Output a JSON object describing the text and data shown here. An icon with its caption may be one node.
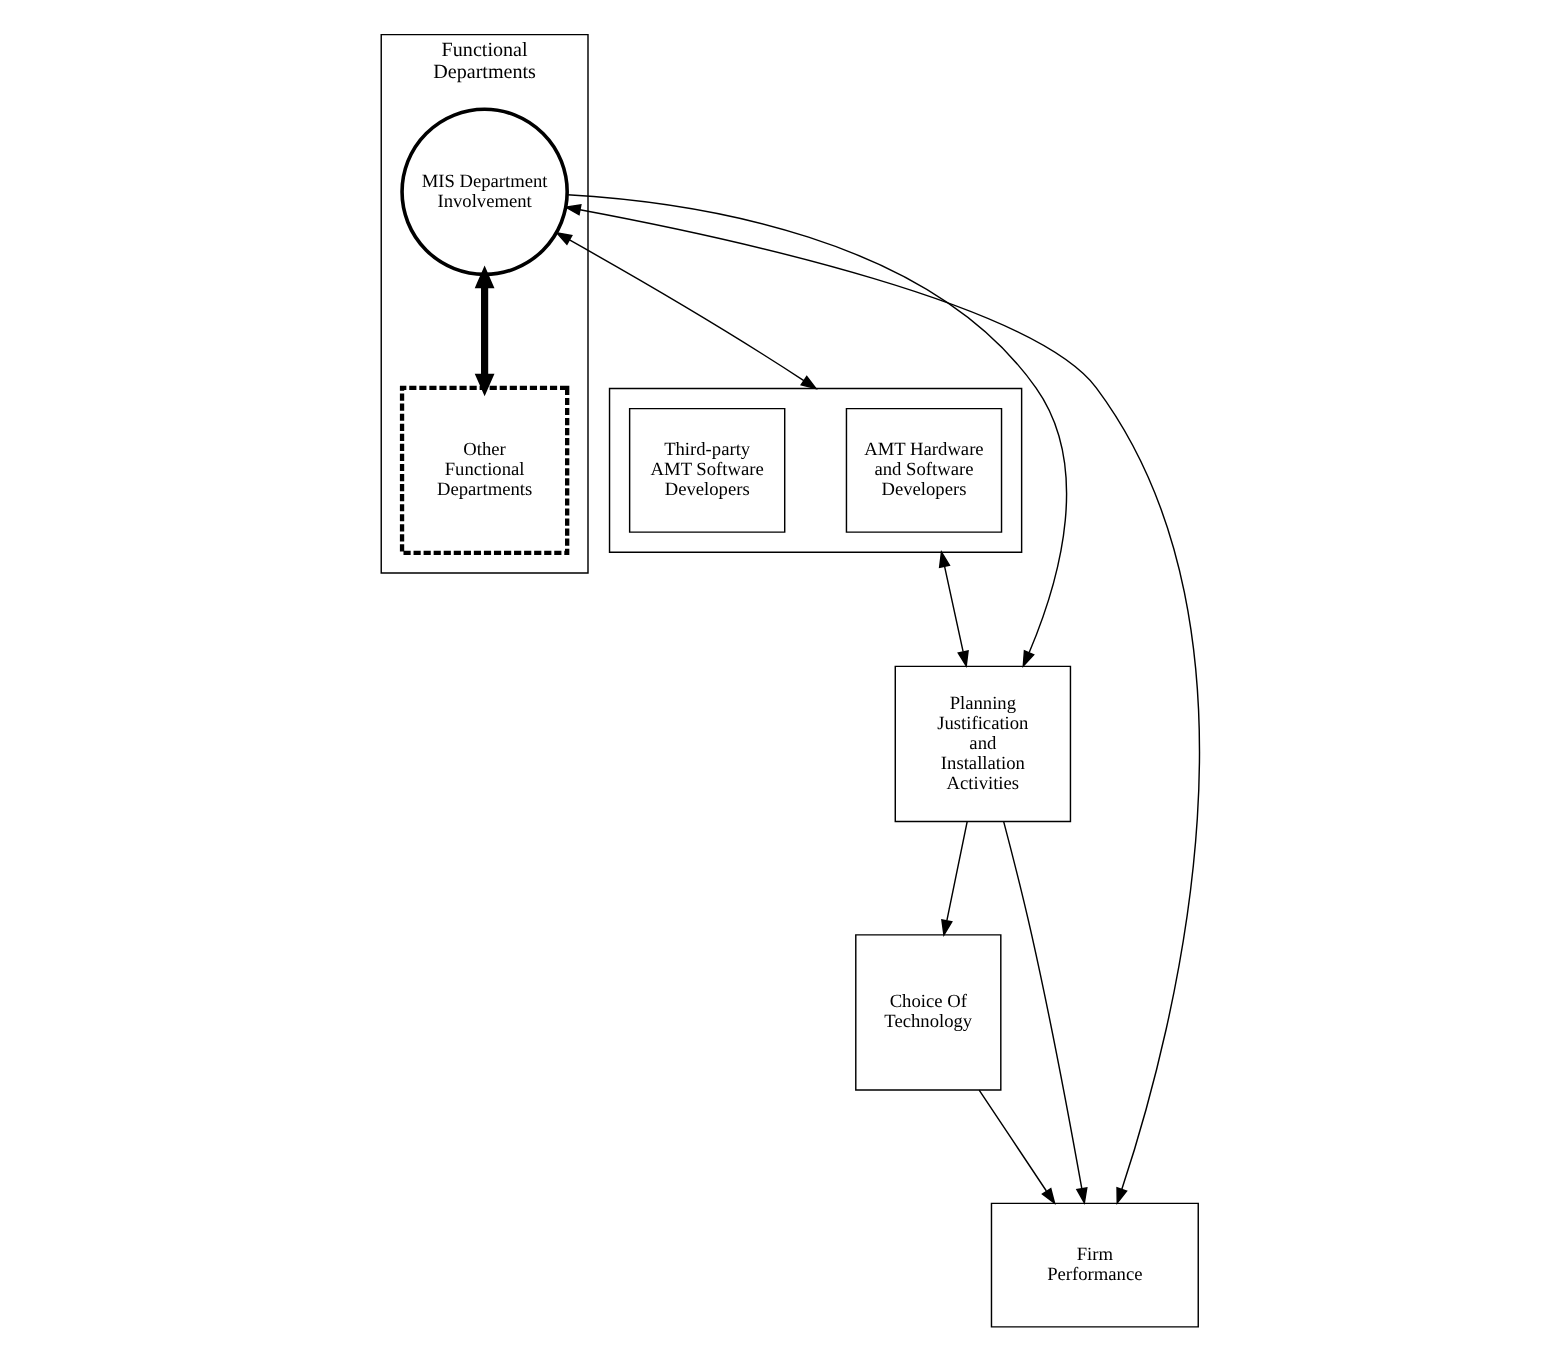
{
  "diagram": {
    "nodes": [
      {
        "text": [
          "Functional Departments"
        ]
      },
      {
        "text": [
          "MIS Department Involvement"
        ],
        "in": 0
      },
      {
        "text": [
          "Other Functional Departments"
        ],
        "in": 0
      },
      {
        "text": [],
        "shape": "box"
      },
      {
        "text": [
          "AMT Hardware and Software Developers"
        ],
        "in": 3
      },
      {
        "text": [
          "Third-party AMT Software Developers"
        ],
        "in": 3
      },
      {
        "text": [
          "Planning Justification and Installation Activities"
        ]
      },
      {
        "text": [
          "Choice Of Technology"
        ]
      },
      {
        "text": [
          "Firm Performance"
        ]
      }
    ],
    "edges": [
      {
        "from": 1,
        "to": 3,
        "arrow": "both"
      },
      {
        "from": 1,
        "to": 2,
        "arrow": "both",
        "style": "thick"
      },
      {
        "from": 1,
        "to": 6,
        "arrow": "to"
      },
      {
        "from": 3,
        "to": 6,
        "arrow": "both"
      },
      {
        "from": 6,
        "to": 7,
        "arrow": "to"
      },
      {
        "from": 6,
        "to": 8,
        "arrow": "to"
      },
      {
        "from": 7,
        "to": 8,
        "arrow": "to"
      },
      {
        "from": 1,
        "to": 8,
        "arrow": "both"
      }
    ]
  }
}
